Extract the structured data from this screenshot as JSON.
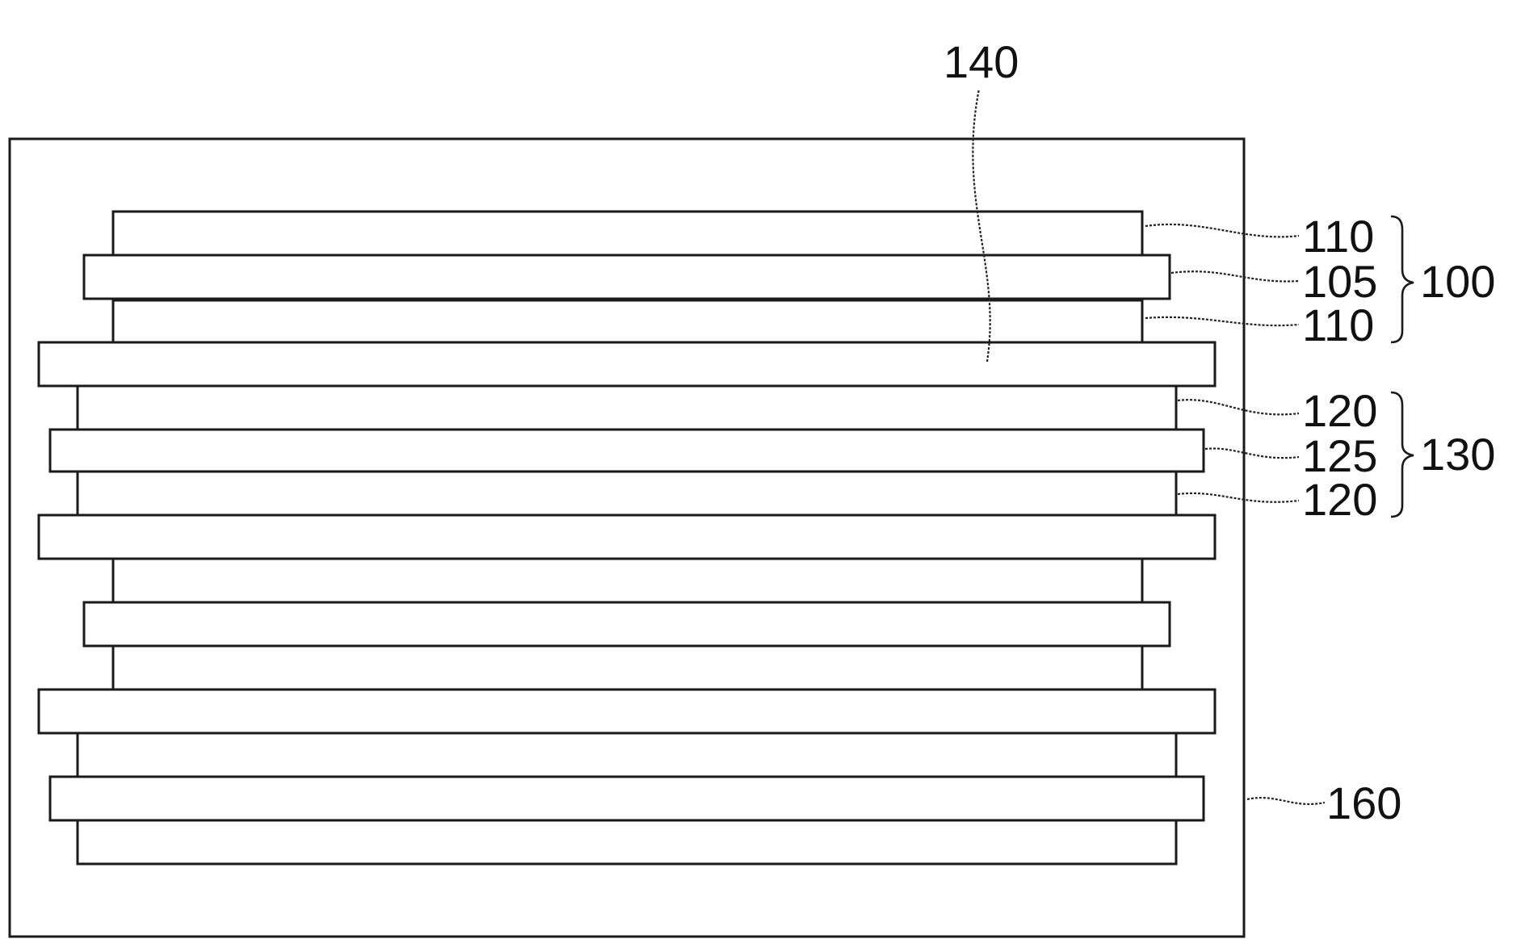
{
  "labels": {
    "l140": "140",
    "l110a": "110",
    "l105": "105",
    "l110b": "110",
    "l100": "100",
    "l120a": "120",
    "l125": "125",
    "l120b": "120",
    "l130": "130",
    "l160": "160"
  },
  "colors": {
    "line": "#1a1a1a",
    "stipple": "#8a8a8a",
    "vertical_texture": "#7a7a7a",
    "hatch": "#3a3a3a",
    "background": "#ffffff"
  }
}
